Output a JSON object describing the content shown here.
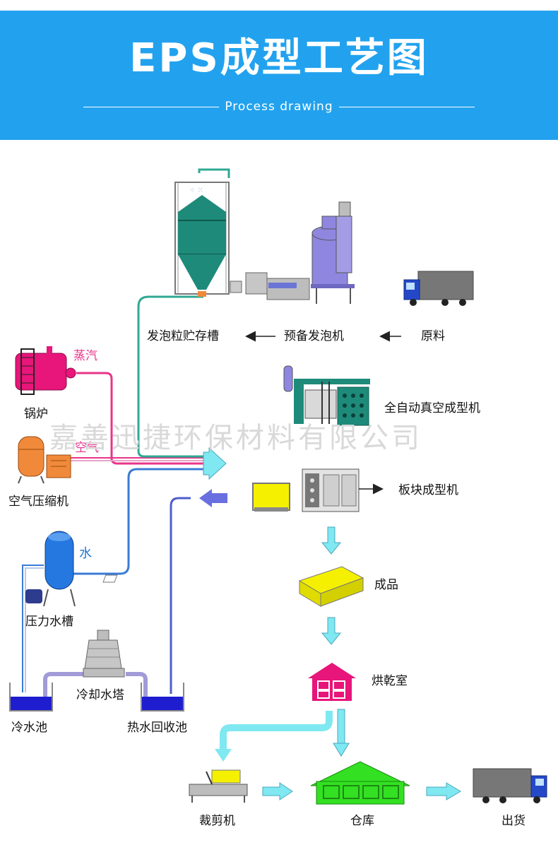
{
  "header": {
    "title": "EPS成型工艺图",
    "subtitle": "Process drawing"
  },
  "labels": {
    "foam_storage": "发泡粒贮存槽",
    "pre_expander": "预备发泡机",
    "raw_material": "原料",
    "steam": "蒸汽",
    "boiler": "锅炉",
    "air": "空气",
    "air_compressor": "空气压缩机",
    "vacuum_molding": "全自动真空成型机",
    "block_molding": "板块成型机",
    "water": "水",
    "pressure_tank": "压力水槽",
    "finished_product": "成品",
    "drying_room": "烘乾室",
    "cooling_tower": "冷却水塔",
    "cold_pool": "冷水池",
    "hot_pool": "热水回收池",
    "cutting_machine": "裁剪机",
    "warehouse": "仓库",
    "shipping": "出货"
  },
  "watermark": "嘉善迅捷环保材料有限公司",
  "colors": {
    "banner": "#22a2ee",
    "steam_pipe": "#e8348a",
    "water_pipe": "#3a7bd5",
    "arrow_cyan": "#7fe8f0",
    "product_yellow": "#f5f000",
    "drying_room": "#e8157a",
    "warehouse": "#33e022",
    "silo": "#1e8a7a",
    "machine_purple": "#8f86e0",
    "truck_gray": "#777777",
    "truck_blue": "#2448c8"
  }
}
